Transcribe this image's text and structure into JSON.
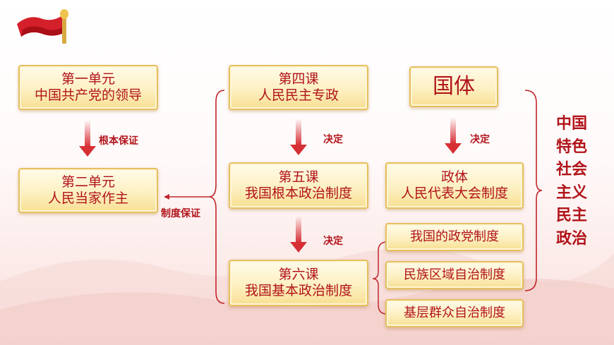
{
  "colors": {
    "accent": "#b1141a",
    "box_fill": "#fdf0c2",
    "box_border": "#e7bf5e"
  },
  "boxes": {
    "unit1": [
      "第一单元",
      "中国共产党的领导"
    ],
    "unit2": [
      "第二单元",
      "人民当家作主"
    ],
    "lesson4": [
      "第四课",
      "人民民主专政"
    ],
    "lesson5": [
      "第五课",
      "我国根本政治制度"
    ],
    "lesson6": [
      "第六课",
      "我国基本政治制度"
    ],
    "guoti": [
      "国体"
    ],
    "zhengti": [
      "政体",
      "人民代表大会制度"
    ],
    "party": [
      "我国的政党制度"
    ],
    "ethnic": [
      "民族区域自治制度"
    ],
    "grassroots": [
      "基层群众自治制度"
    ]
  },
  "labels": {
    "root_guarantee": "根本保证",
    "decide1": "决定",
    "decide2": "决定",
    "decide3": "决定",
    "system_guarantee": "制度保证"
  },
  "vertical_title": [
    "中国",
    "特色",
    "社会",
    "主义",
    "民主",
    "政治"
  ],
  "icons": {
    "logo": "red-flag-torch-icon"
  }
}
